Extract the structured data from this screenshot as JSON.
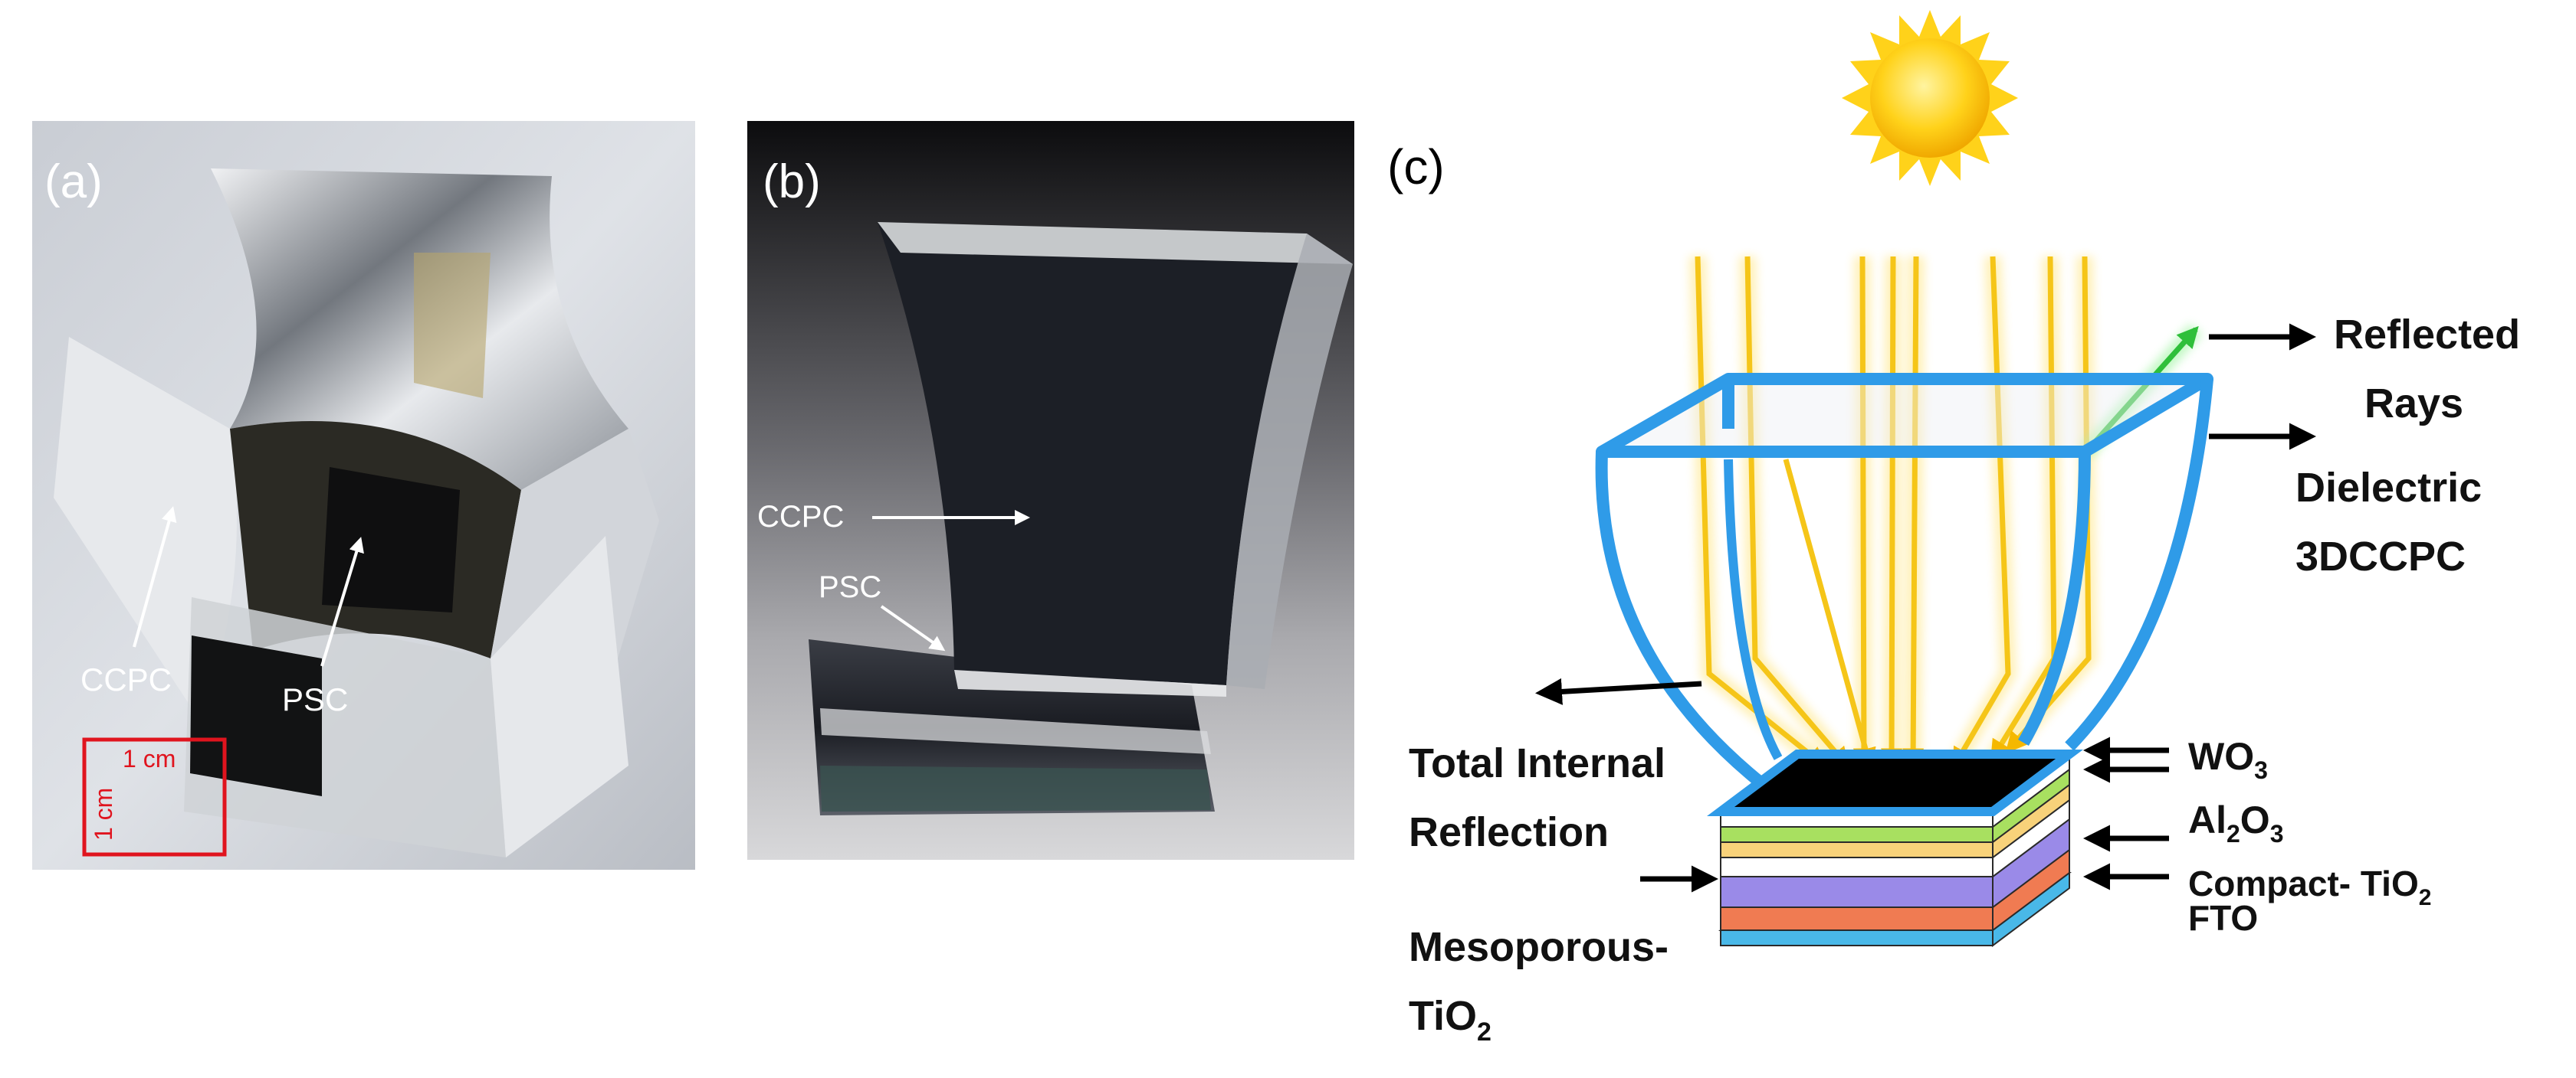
{
  "panel_a": {
    "label": "(a)",
    "ccpc_label": "CCPC",
    "psc_label": "PSC",
    "scale_horizontal": "1 cm",
    "scale_vertical": "1 cm"
  },
  "panel_b": {
    "label": "(b)",
    "ccpc_label": "CCPC",
    "psc_label": "PSC"
  },
  "panel_c": {
    "label": "(c)",
    "reflected_line1": "Reflected",
    "reflected_line2": "Rays",
    "dielectric_line1": "Dielectric",
    "dielectric_line2": "3DCCPC",
    "tir_line1": "Total Internal",
    "tir_line2": "Reflection",
    "meso_line1": "Mesoporous-",
    "meso_line2": "TiO",
    "meso_sub": "2",
    "wo3_main": "WO",
    "wo3_sub": "3",
    "al2o3_main1": "Al",
    "al2o3_sub1": "2",
    "al2o3_main2": "O",
    "al2o3_sub2": "3",
    "compact_main": "Compact- TiO",
    "compact_sub": "2",
    "fto": "FTO"
  },
  "colors": {
    "ray": "#f5c518",
    "concentrator_outline": "#2f9be8",
    "reflected_ray": "#2fbf3a",
    "scale_box": "#e0141e"
  }
}
